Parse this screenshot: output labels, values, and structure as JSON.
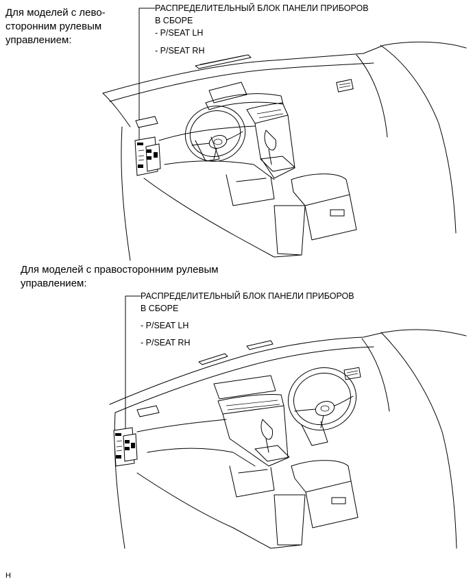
{
  "lhd": {
    "caption": "Для моделей с лево-\nсторонним рулевым\nуправлением:",
    "label_line1": "РАСПРЕДЕЛИТЕЛЬНЫЙ БЛОК ПАНЕЛИ ПРИБОРОВ",
    "label_line2": "В СБОРЕ",
    "item1": "- P/SEAT LH",
    "item2": "- P/SEAT RH"
  },
  "rhd": {
    "caption": "Для моделей с правосторонним рулевым\nуправлением:",
    "label_line1": "РАСПРЕДЕЛИТЕЛЬНЫЙ БЛОК ПАНЕЛИ ПРИБОРОВ",
    "label_line2": "В СБОРЕ",
    "item1": "- P/SEAT LH",
    "item2": "- P/SEAT RH"
  },
  "footer": "H",
  "icons": [
    "junction-block-icon",
    "steering-wheel-icon",
    "dashboard-illustration"
  ]
}
